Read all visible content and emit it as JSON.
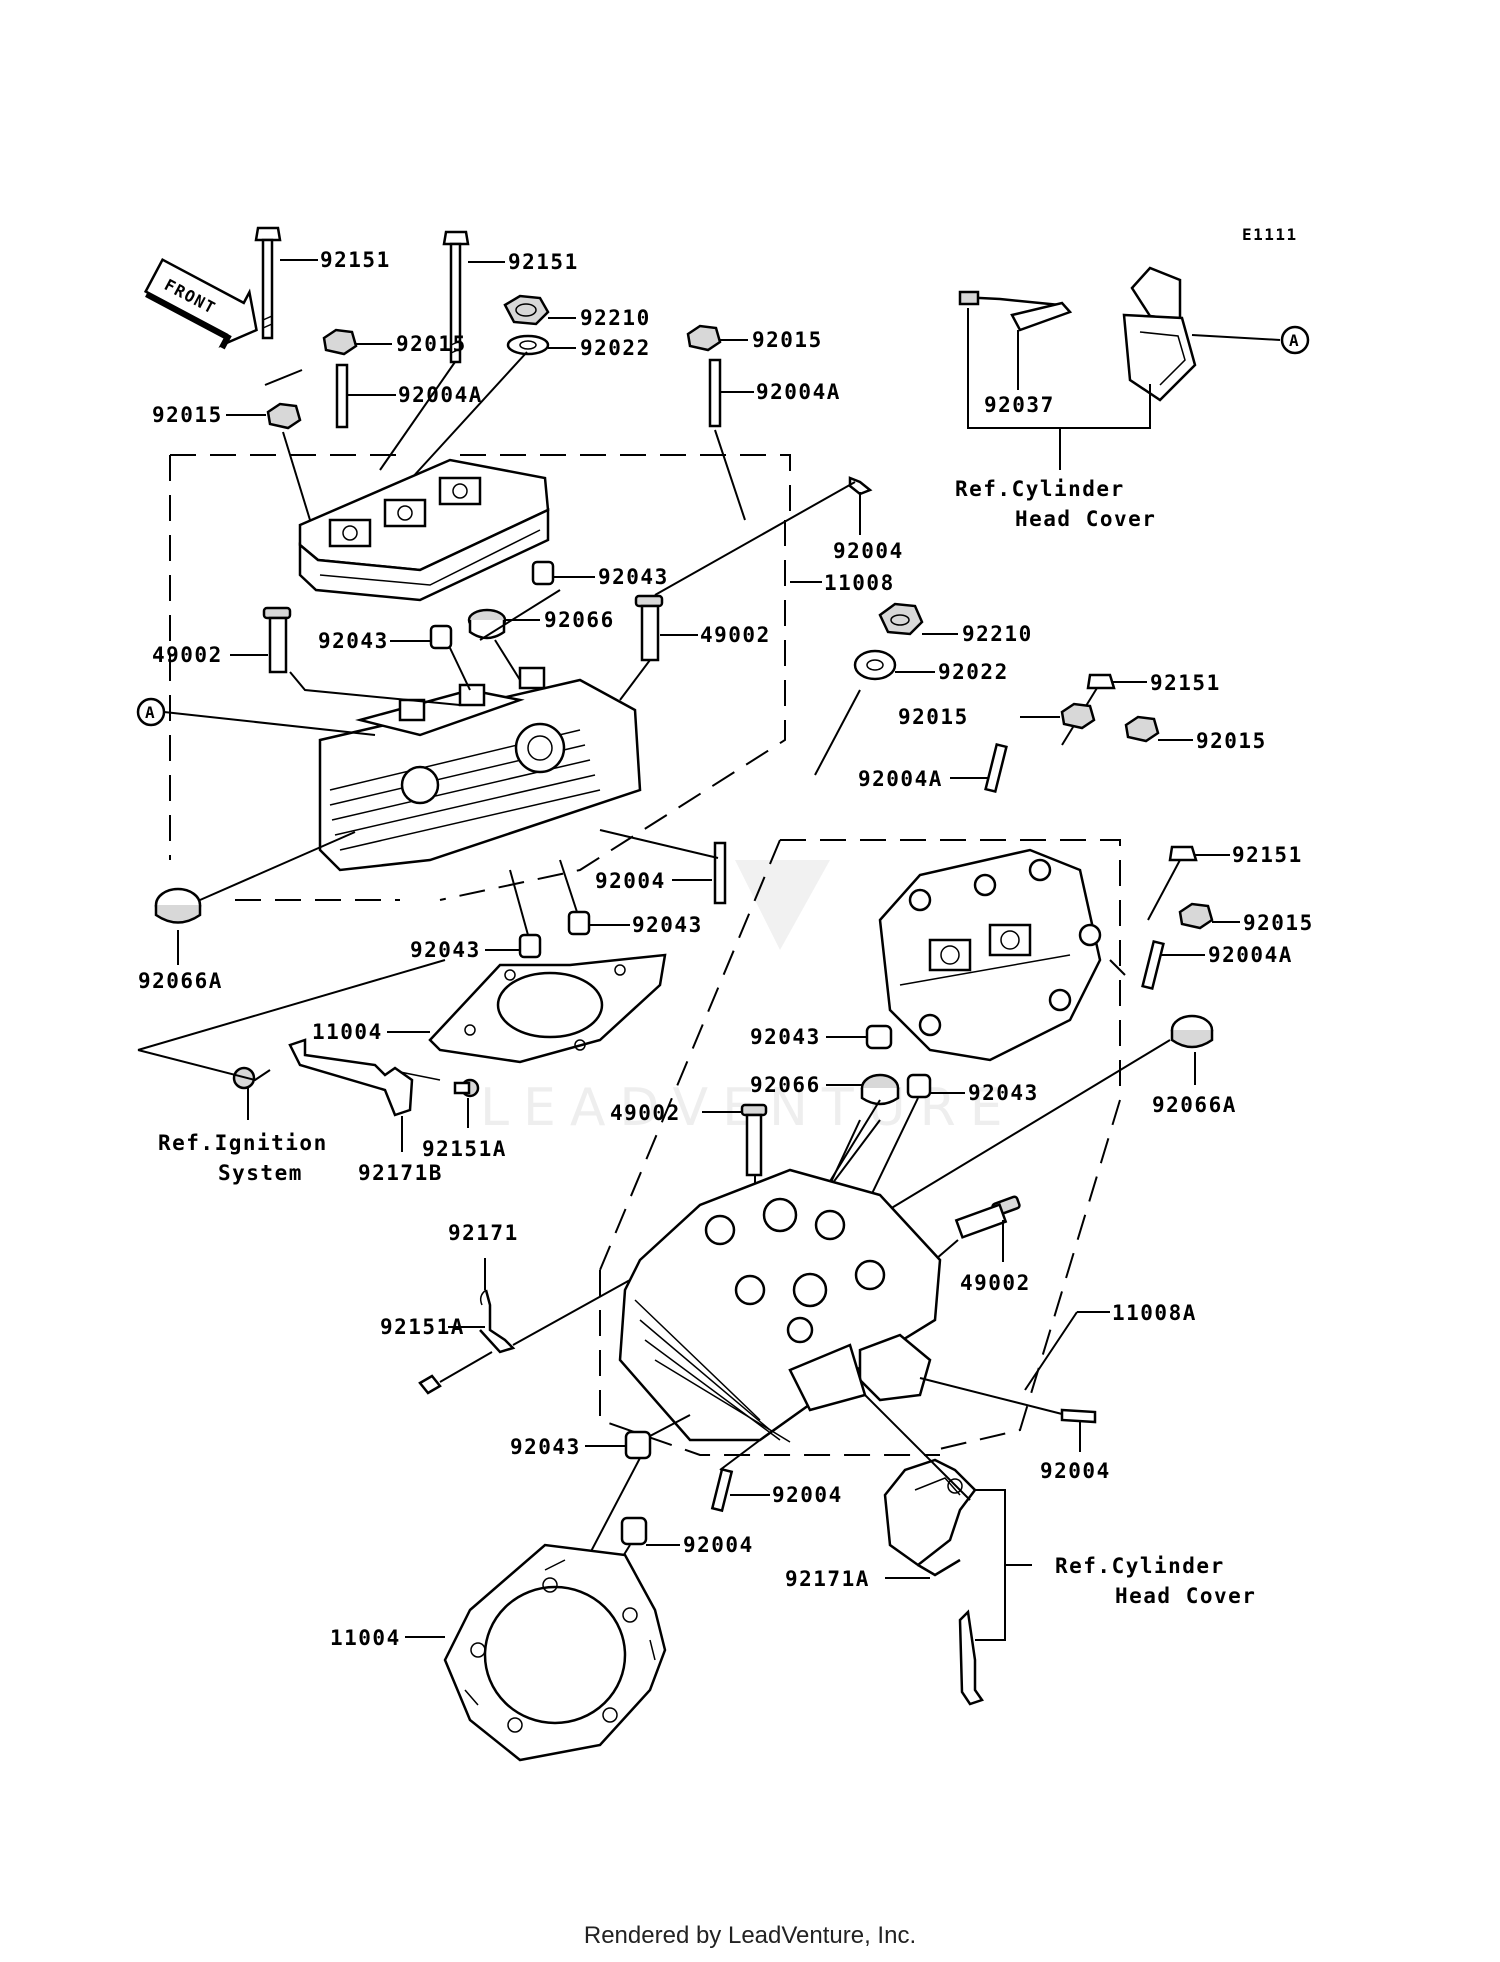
{
  "diagram_code": "E1111",
  "front_label": "FRONT",
  "watermark": "LEADVENTURE",
  "footer": "Rendered by LeadVenture, Inc.",
  "callout_a": "A",
  "labels": {
    "p92151_top_left": "92151",
    "p92151_top_mid": "92151",
    "p92210_top": "92210",
    "p92015_top_a": "92015",
    "p92022_top": "92022",
    "p92015_top_b": "92015",
    "p92004A_top_a": "92004A",
    "p92004A_top_b": "92004A",
    "p92015_top_left": "92015",
    "p92037": "92037",
    "ref_head_cover_1a": "Ref.Cylinder",
    "ref_head_cover_1b": "Head Cover",
    "p92004_a": "92004",
    "p11008": "11008",
    "p92043_a": "92043",
    "p92066_a": "92066",
    "p49002_a": "49002",
    "p49002_b": "49002",
    "p92043_b": "92043",
    "p92210_mid": "92210",
    "p92022_mid": "92022",
    "p92151_mid": "92151",
    "p92015_mid_a": "92015",
    "p92015_mid_b": "92015",
    "p92004A_mid": "92004A",
    "p92004_b": "92004",
    "p92151_right": "92151",
    "p92043_c": "92043",
    "p92043_d": "92043",
    "p92015_right": "92015",
    "p92004A_right": "92004A",
    "p92066A_left": "92066A",
    "p11004_a": "11004",
    "p92043_e": "92043",
    "p92066_b": "92066",
    "p92043_f": "92043",
    "p92066A_right": "92066A",
    "p49002_c": "49002",
    "ref_ignition_a": "Ref.Ignition",
    "ref_ignition_b": "System",
    "p92151A_a": "92151A",
    "p92171B": "92171B",
    "p92171": "92171",
    "p49002_d": "49002",
    "p11008A": "11008A",
    "p92151A_b": "92151A",
    "p92043_g": "92043",
    "p92004_c": "92004",
    "p92004_d": "92004",
    "p92004_e": "92004",
    "ref_head_cover_2a": "Ref.Cylinder",
    "ref_head_cover_2b": "Head Cover",
    "p92171A": "92171A",
    "p11004_b": "11004"
  }
}
